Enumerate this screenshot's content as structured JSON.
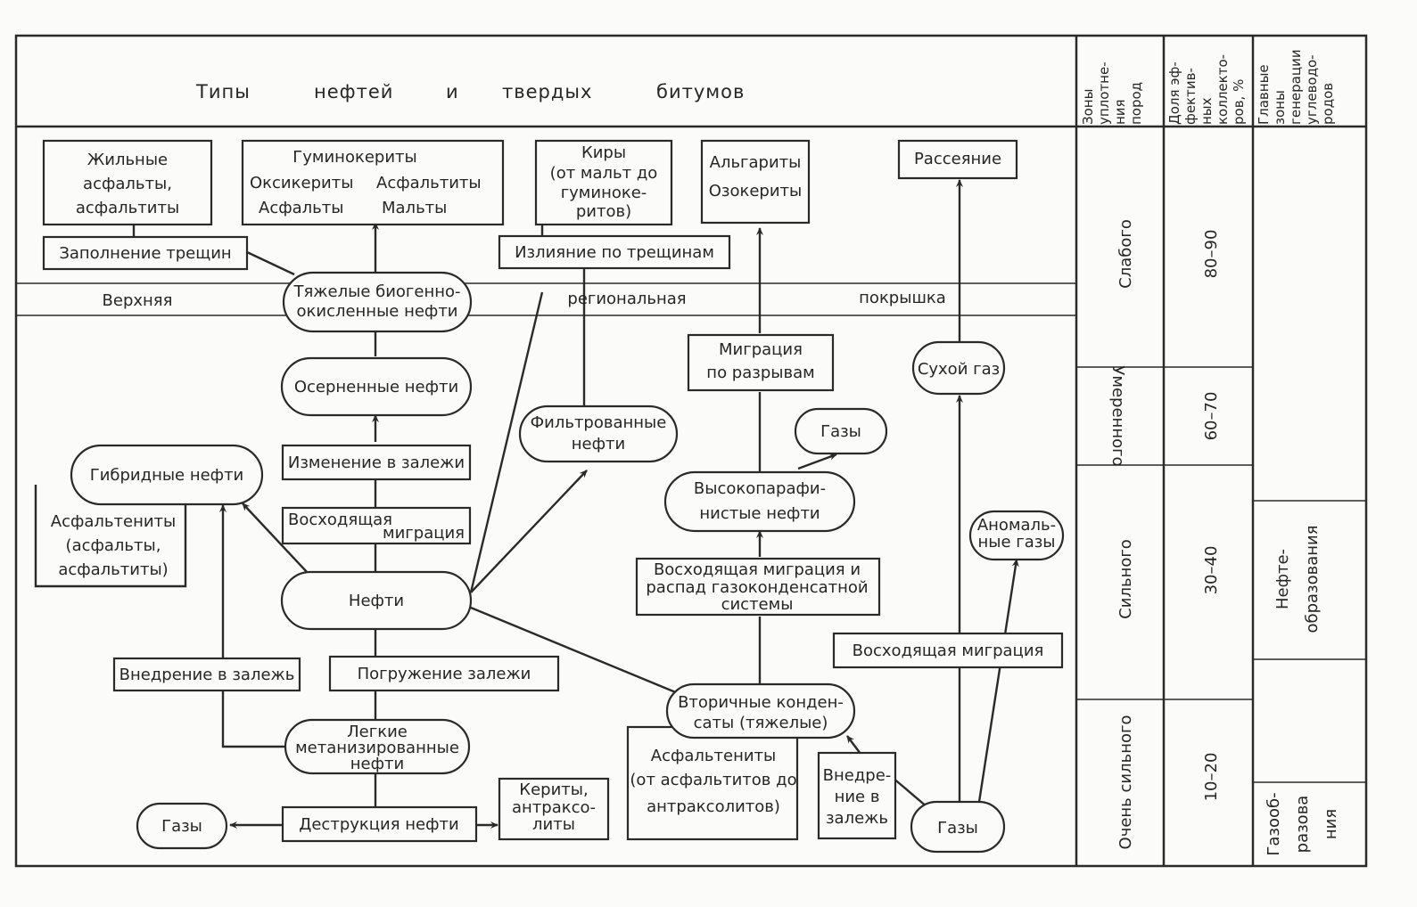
{
  "header": {
    "title_words": [
      "Типы",
      "нефтей",
      "и",
      "твердых",
      "битумов"
    ],
    "col_zones": [
      "Зоны",
      "уплотне-",
      "ния",
      "пород"
    ],
    "col_share": [
      "Доля эф-",
      "фектив-",
      "ных",
      "коллекто-",
      "ров, %"
    ],
    "col_gen": [
      "Главные",
      "зоны",
      "генерации",
      "углеводо-",
      "родов"
    ]
  },
  "top_boxes": {
    "vein": [
      "Жильные",
      "асфальты,",
      "асфальтиты"
    ],
    "humin": [
      "Гуминокериты",
      "Оксикериты",
      "Асфальтиты",
      "Асфальты",
      "Мальты"
    ],
    "kir": [
      "Киры",
      "(от мальт до",
      "гуминоке-",
      "ритов)"
    ],
    "algar": [
      "Альгариты",
      "Озокериты"
    ],
    "scatter": "Рассеяние"
  },
  "labels": {
    "crack_fill": "Заполнение трещин",
    "crack_out": "Излияние по трещинам",
    "cap_left": "Верхняя",
    "cap_mid": "региональная",
    "cap_right": "покрышка",
    "heavy": [
      "Тяжелые биогенно-",
      "окисленные нефти"
    ],
    "sulfur": "Осерненные нефти",
    "change": "Изменение в залежи",
    "ascend": [
      "Восходящая",
      "миграция"
    ],
    "hybrid": "Гибридные нефти",
    "asphaltenites_left": [
      "Асфальтениты",
      "(асфальты,",
      "асфальтиты)"
    ],
    "oils": "Нефти",
    "filtered": [
      "Фильтрованные",
      "нефти"
    ],
    "fault_mig": [
      "Миграция",
      "по разрывам"
    ],
    "gases_top": "Газы",
    "paraffin": [
      "Высокопарафи-",
      "нистые нефти"
    ],
    "ascend_decay": [
      "Восходящая миграция и",
      "распад газоконденсатной",
      "системы"
    ],
    "dry_gas": "Сухой газ",
    "anomal": [
      "Аномаль-",
      "ные газы"
    ],
    "ascend2": "Восходящая миграция",
    "intrusion": "Внедрение в залежь",
    "submerge": "Погружение залежи",
    "secondary": [
      "Вторичные конден-",
      "саты (тяжелые)"
    ],
    "light": [
      "Легкие",
      "метанизированные",
      "нефти"
    ],
    "asphaltenites_mid": [
      "Асфальтениты",
      "(от асфальтитов до",
      "антраксолитов)"
    ],
    "intrusion2": [
      "Внедре-",
      "ние в",
      "залежь"
    ],
    "gases_left": "Газы",
    "destruct": "Деструкция нефти",
    "kerites": [
      "Кериты,",
      "антраксо-",
      "литы"
    ],
    "gases_bottom": "Газы"
  },
  "side": {
    "zone_weak": "Слабого",
    "zone_moderate": "Умеренного",
    "zone_strong": "Сильного",
    "zone_very": "Очень сильного",
    "share_1": "80–90",
    "share_2": "60–70",
    "share_3": "30–40",
    "share_4": "10–20",
    "gen_oil": [
      "Нефте-",
      "образования"
    ],
    "gen_gas": [
      "Газооб-",
      "разова",
      "ния"
    ]
  }
}
